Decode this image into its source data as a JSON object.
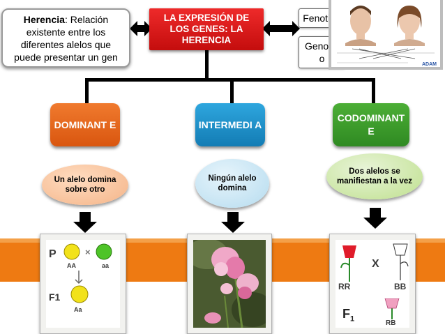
{
  "main_title": "LA EXPRESIÓN DE LOS GENES: LA HERENCIA",
  "definition": {
    "term": "Herencia",
    "text": ": Relación existente entre los diferentes alelos que puede presentar un gen"
  },
  "fenotipo": "Fenotipo",
  "genotipo": "Genotip o",
  "categories": [
    {
      "label": "DOMINANT E",
      "description": "Un alelo domina sobre otro",
      "color": "#e8641a"
    },
    {
      "label": "INTERMEDI A",
      "description": "Ningún alelo domina",
      "color": "#1a8fc9"
    },
    {
      "label": "CODOMINANT E",
      "description": "Dos alelos se manifiestan a la vez",
      "color": "#3d9a2a"
    }
  ],
  "image1": {
    "p": "P",
    "aa_left": "AA",
    "cross": "×",
    "aa_right": "aa",
    "f1": "F1",
    "f1_geno": "Aa"
  },
  "image3": {
    "x": "X",
    "rr": "RR",
    "bb": "BB",
    "f1": "F",
    "f1_sub": "1",
    "rb": "RB"
  },
  "faces_caption": "ADAM"
}
